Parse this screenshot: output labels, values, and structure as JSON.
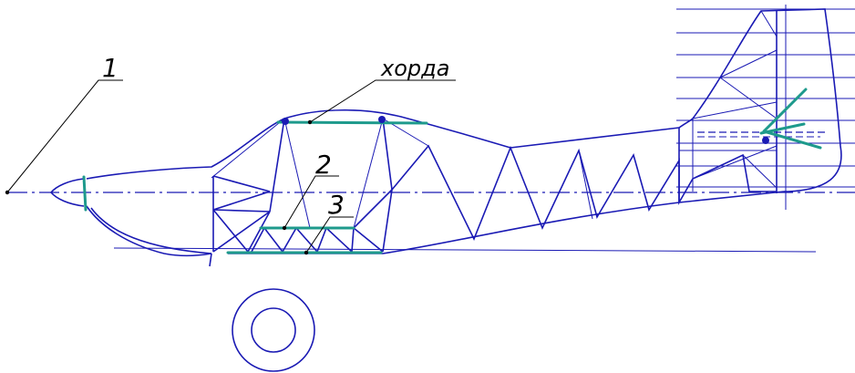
{
  "labels": {
    "one": "1",
    "two": "2",
    "three": "3",
    "chord": "хорда"
  },
  "colors": {
    "structure": "#1a1ab4",
    "highlight": "#1e9a8c",
    "leader": "#000000",
    "background": "#ffffff"
  }
}
